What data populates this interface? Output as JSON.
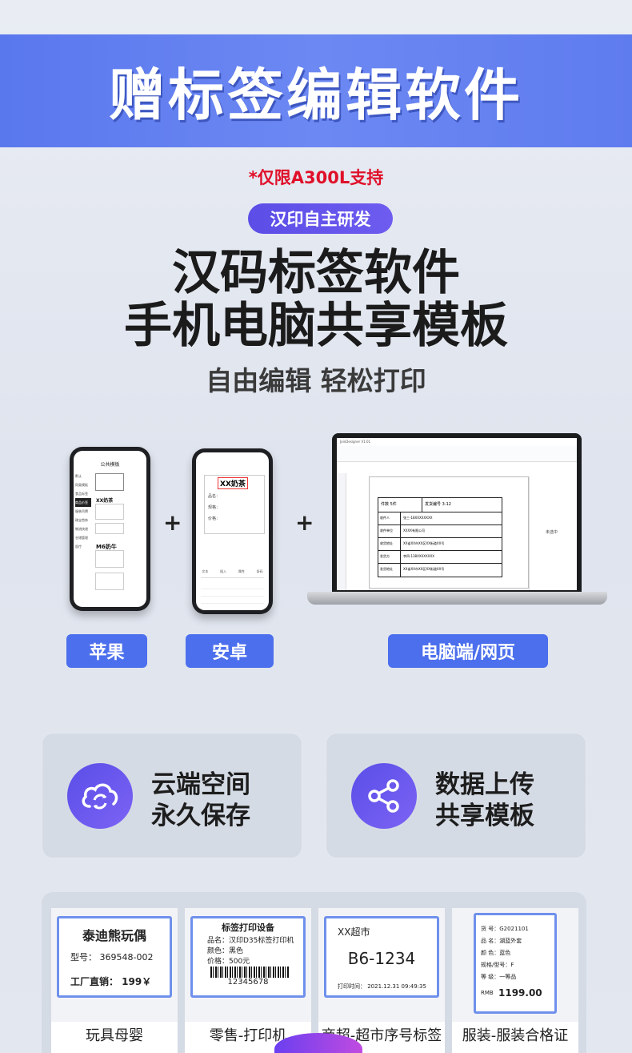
{
  "banner": {
    "title": "赠标签编辑软件"
  },
  "note": "*仅限A300L支持",
  "pill": "汉印自主研发",
  "headline": {
    "line1": "汉码标签软件",
    "line2": "手机电脑共享模板"
  },
  "subtitle": "自由编辑 轻松打印",
  "platforms": [
    "苹果",
    "安卓",
    "电脑端/网页"
  ],
  "plus": "+",
  "features": [
    {
      "line1": "云端空间",
      "line2": "永久保存",
      "icon": "cloud-sync-icon"
    },
    {
      "line1": "数据上传",
      "line2": "共享模板",
      "icon": "share-icon"
    }
  ],
  "ios_screen": {
    "title": "公共模板",
    "menu": [
      "默认",
      "同类模板",
      "食品标签",
      "商品价签",
      "服装吊牌",
      "珠宝首饰",
      "物流快递",
      "仓储管理",
      "医疗"
    ],
    "items": [
      "XX奶茶",
      "M6奶牛"
    ]
  },
  "android_screen": {
    "label": "XX奶茶",
    "fields": [
      "品名：",
      "规格：",
      "价格："
    ],
    "tabs": [
      "文本",
      "插入",
      "属性",
      "条码"
    ]
  },
  "desktop": {
    "app_title": "JoinDesigner V1.01",
    "side": "未选中",
    "table": [
      [
        "件数  5件",
        "发货编号  3-12"
      ],
      [
        "收件人",
        "张三-18XXXXXXXX"
      ],
      [
        "收件单位",
        "XXXX有限公司"
      ],
      [
        "收货地址",
        "XX省XX市XX区XX街道XX号"
      ],
      [
        "发货方",
        "李四-138XXXXXXXX"
      ],
      [
        "发货地址",
        "XX省XX市XX区XX街道XX号"
      ]
    ]
  },
  "tiles": [
    {
      "label": "玩具母婴",
      "title": "泰迪熊玩偶",
      "line1": "型号：  369548-002",
      "line2": "工厂直销：  199￥"
    },
    {
      "label": "零售-打印机",
      "title": "标签打印设备",
      "line1": "品名：汉印D35标签打印机",
      "line2": "颜色：黑色",
      "line3": "价格：500元",
      "code": "12345678"
    },
    {
      "label": "商超-超市序号标签",
      "title": "XX超市",
      "code": "B6-1234",
      "time": "打印时间：   2021.12.31 09:49:35"
    },
    {
      "label": "服装-服装合格证",
      "rows": [
        "货    号：G2021101",
        "品    名：湖蓝外套",
        "颜    色：蓝色",
        "规格/型号：F",
        "等    级：一等品"
      ],
      "price_label": "RMB",
      "price": "1199.00"
    }
  ]
}
